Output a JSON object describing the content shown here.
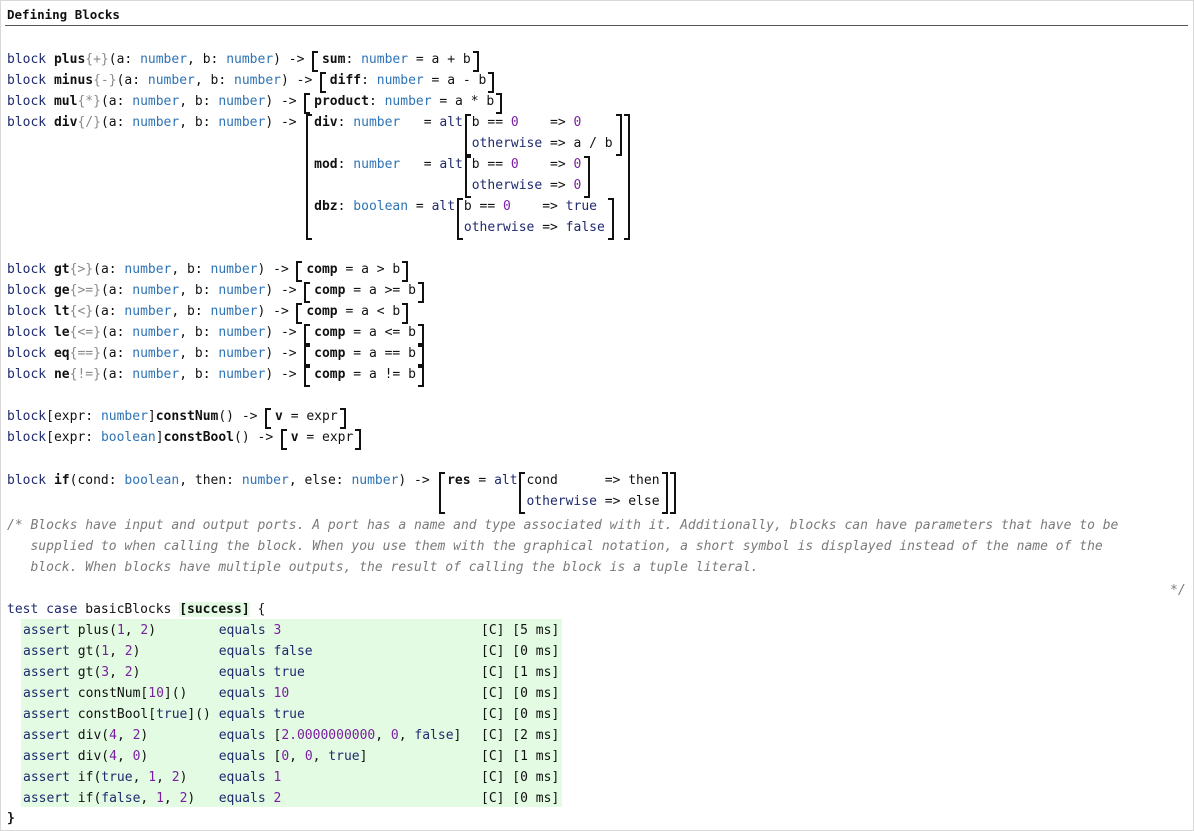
{
  "header": {
    "title": "Defining Blocks"
  },
  "keywords": {
    "block": "block",
    "test_case": "test case",
    "assert": "assert",
    "equals": "equals",
    "alt": "alt",
    "otherwise": "otherwise"
  },
  "types": {
    "number": "number",
    "boolean": "boolean"
  },
  "binary_blocks": [
    {
      "name": "plus",
      "symbol": "{+}",
      "out": "sum",
      "out_type": "number",
      "expr": "= a + b"
    },
    {
      "name": "minus",
      "symbol": "{-}",
      "out": "diff",
      "out_type": "number",
      "expr": "= a - b"
    },
    {
      "name": "mul",
      "symbol": "{*}",
      "out": "product",
      "out_type": "number",
      "expr": "= a * b"
    }
  ],
  "div_block": {
    "name": "div",
    "symbol": "{/}",
    "outputs": [
      {
        "name": "div",
        "type": "number",
        "pad": "  ",
        "rows": [
          {
            "cond": "b == 0",
            "val": "0"
          },
          {
            "cond": "otherwise",
            "val": "a / b"
          }
        ]
      },
      {
        "name": "mod",
        "type": "number",
        "pad": "  ",
        "rows": [
          {
            "cond": "b == 0",
            "val": "0"
          },
          {
            "cond": "otherwise",
            "val": "0"
          }
        ]
      },
      {
        "name": "dbz",
        "type": "boolean",
        "pad": "",
        "rows": [
          {
            "cond": "b == 0",
            "val": "true"
          },
          {
            "cond": "otherwise",
            "val": "false"
          }
        ]
      }
    ]
  },
  "comparison_blocks": [
    {
      "name": "gt",
      "symbol": "{>}",
      "expr": "comp = a > b"
    },
    {
      "name": "ge",
      "symbol": "{>=}",
      "expr": "comp = a >= b"
    },
    {
      "name": "lt",
      "symbol": "{<}",
      "expr": "comp = a < b"
    },
    {
      "name": "le",
      "symbol": "{<=}",
      "expr": "comp = a <= b"
    },
    {
      "name": "eq",
      "symbol": "{==}",
      "expr": "comp = a == b"
    },
    {
      "name": "ne",
      "symbol": "{!=}",
      "expr": "comp = a != b"
    }
  ],
  "const_blocks": [
    {
      "param_type": "number",
      "name": "constNum",
      "expr": "v = expr"
    },
    {
      "param_type": "boolean",
      "name": "constBool",
      "expr": "v = expr"
    }
  ],
  "if_block": {
    "name": "if",
    "out": "res",
    "cond": "cond",
    "then": "then",
    "else": "else"
  },
  "comment": {
    "lines": [
      "/* Blocks have input and output ports. A port has a name and type associated with it. Additionally, blocks can have parameters that have to be",
      "   supplied to when calling the block. When you use them with the graphical notation, a short symbol is displayed instead of the name of the",
      "   block. When blocks have multiple outputs, the result of calling the block is a tuple literal."
    ],
    "end": "*/"
  },
  "test_case": {
    "name": "basicBlocks",
    "status": "[success]",
    "close": "}",
    "asserts": [
      {
        "call": "plus(1, 2)",
        "result": "3",
        "lang": "[C]",
        "time": "[5 ms]"
      },
      {
        "call": "gt(1, 2)",
        "result": "false",
        "lang": "[C]",
        "time": "[0 ms]"
      },
      {
        "call": "gt(3, 2)",
        "result": "true",
        "lang": "[C]",
        "time": "[1 ms]"
      },
      {
        "call": "constNum[10]()",
        "result": "10",
        "lang": "[C]",
        "time": "[0 ms]"
      },
      {
        "call": "constBool[true]()",
        "result": "true",
        "lang": "[C]",
        "time": "[0 ms]"
      },
      {
        "call": "div(4, 2)",
        "result": "[2.0000000000, 0, false]",
        "lang": "[C]",
        "time": "[2 ms]"
      },
      {
        "call": "div(4, 0)",
        "result": "[0, 0, true]",
        "lang": "[C]",
        "time": "[1 ms]"
      },
      {
        "call": "if(true, 1, 2)",
        "result": "1",
        "lang": "[C]",
        "time": "[0 ms]"
      },
      {
        "call": "if(false, 1, 2)",
        "result": "2",
        "lang": "[C]",
        "time": "[0 ms]"
      }
    ]
  }
}
